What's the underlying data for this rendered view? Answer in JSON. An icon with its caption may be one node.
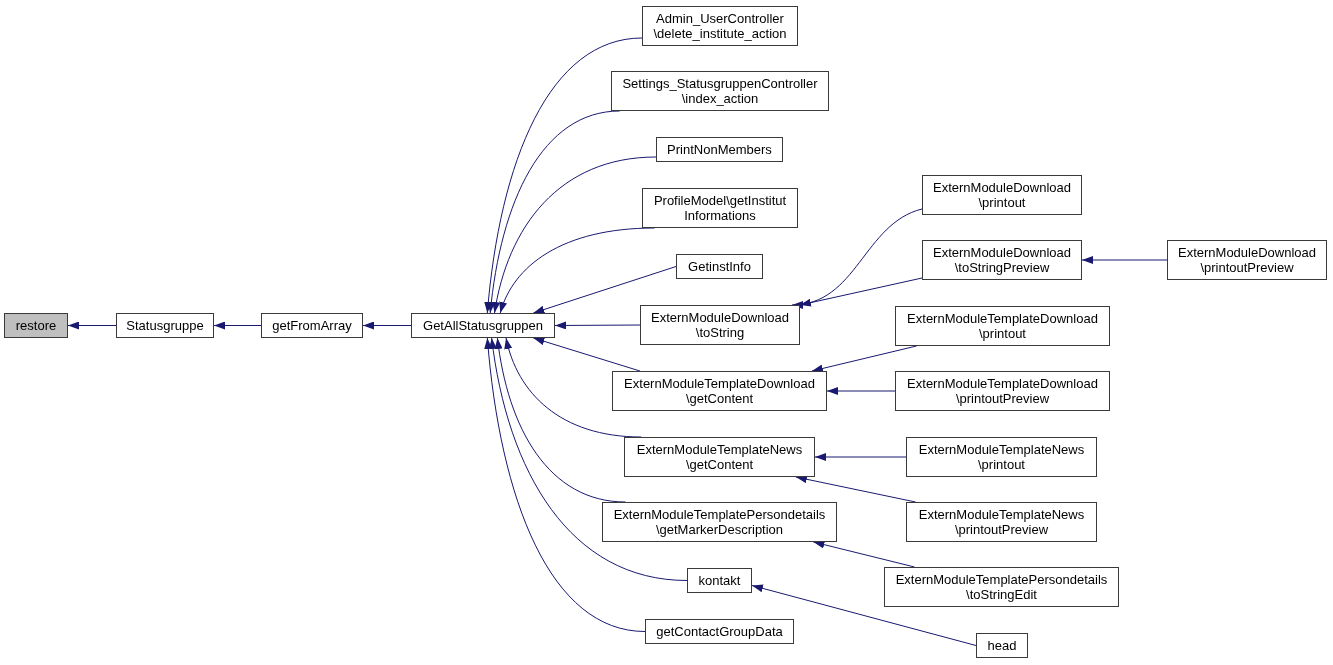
{
  "diagram": {
    "nodes": [
      {
        "text": [
          "restore"
        ]
      },
      {
        "text": [
          "Statusgruppe"
        ]
      },
      {
        "text": [
          "getFromArray"
        ]
      },
      {
        "text": [
          "GetAllStatusgruppen"
        ]
      },
      {
        "text": [
          "Admin_UserController \\delete_institute_action"
        ]
      },
      {
        "text": [
          "Settings_StatusgruppenController \\index_action"
        ]
      },
      {
        "text": [
          "PrintNonMembers"
        ]
      },
      {
        "text": [
          "ProfileModel\\getInstitut Informations"
        ]
      },
      {
        "text": [
          "GetinstInfo"
        ]
      },
      {
        "text": [
          "ExternModuleDownload \\toString"
        ]
      },
      {
        "text": [
          "ExternModuleTemplateDownload \\getContent"
        ]
      },
      {
        "text": [
          "ExternModuleTemplateNews \\getContent"
        ]
      },
      {
        "text": [
          "ExternModuleTemplatePersondetails \\getMarkerDescription"
        ]
      },
      {
        "text": [
          "kontakt"
        ]
      },
      {
        "text": [
          "getContactGroupData"
        ]
      },
      {
        "text": [
          "ExternModuleDownload \\printout"
        ]
      },
      {
        "text": [
          "ExternModuleDownload \\toStringPreview"
        ]
      },
      {
        "text": [
          "ExternModuleDownload \\printoutPreview"
        ]
      },
      {
        "text": [
          "ExternModuleTemplateDownload \\printout"
        ]
      },
      {
        "text": [
          "ExternModuleTemplateDownload \\printoutPreview"
        ]
      },
      {
        "text": [
          "ExternModuleTemplateNews \\printout"
        ]
      },
      {
        "text": [
          "ExternModuleTemplateNews \\printoutPreview"
        ]
      },
      {
        "text": [
          "ExternModuleTemplatePersondetails \\toStringEdit"
        ]
      },
      {
        "text": [
          "head"
        ]
      }
    ],
    "edges": [
      {
        "from": 1,
        "to": 0,
        "arrow": "to"
      },
      {
        "from": 2,
        "to": 1,
        "arrow": "to"
      },
      {
        "from": 3,
        "to": 2,
        "arrow": "to"
      },
      {
        "from": 4,
        "to": 3,
        "arrow": "to"
      },
      {
        "from": 5,
        "to": 3,
        "arrow": "to"
      },
      {
        "from": 6,
        "to": 3,
        "arrow": "to"
      },
      {
        "from": 7,
        "to": 3,
        "arrow": "to"
      },
      {
        "from": 8,
        "to": 3,
        "arrow": "to"
      },
      {
        "from": 9,
        "to": 3,
        "arrow": "to"
      },
      {
        "from": 10,
        "to": 3,
        "arrow": "to"
      },
      {
        "from": 11,
        "to": 3,
        "arrow": "to"
      },
      {
        "from": 12,
        "to": 3,
        "arrow": "to"
      },
      {
        "from": 13,
        "to": 3,
        "arrow": "to"
      },
      {
        "from": 14,
        "to": 3,
        "arrow": "to"
      },
      {
        "from": 15,
        "to": 9,
        "arrow": "to"
      },
      {
        "from": 16,
        "to": 9,
        "arrow": "to"
      },
      {
        "from": 17,
        "to": 16,
        "arrow": "to"
      },
      {
        "from": 18,
        "to": 10,
        "arrow": "to"
      },
      {
        "from": 19,
        "to": 10,
        "arrow": "to"
      },
      {
        "from": 20,
        "to": 11,
        "arrow": "to"
      },
      {
        "from": 21,
        "to": 11,
        "arrow": "to"
      },
      {
        "from": 22,
        "to": 12,
        "arrow": "to"
      },
      {
        "from": 23,
        "to": 13,
        "arrow": "to"
      }
    ]
  }
}
